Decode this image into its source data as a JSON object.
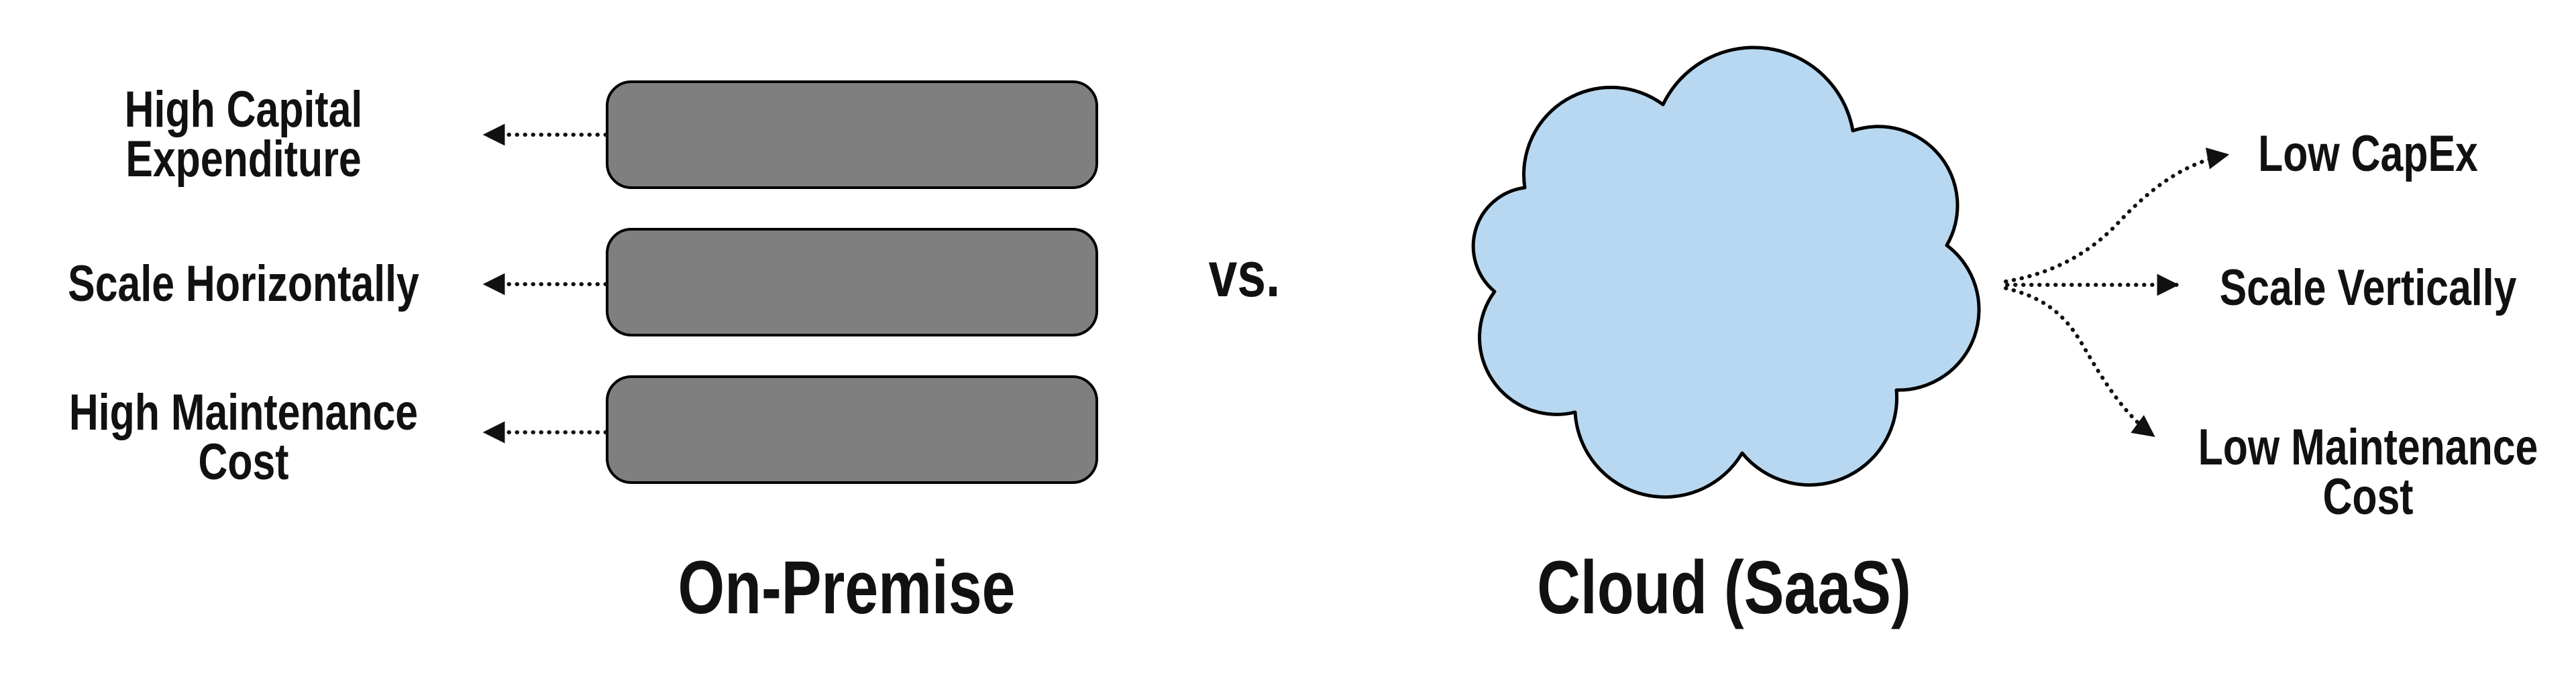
{
  "colors": {
    "background": "#ffffff",
    "box_fill": "#7f7f7f",
    "box_stroke": "#000000",
    "cloud_fill": "#b7d8f0",
    "cloud_stroke": "#000000",
    "arrow": "#111111",
    "text": "#111111"
  },
  "vs_label": "vs.",
  "left": {
    "title": "On-Premise",
    "labels": [
      {
        "line1": "High Capital",
        "line2": "Expenditure"
      },
      {
        "line1": "Scale Horizontally",
        "line2": ""
      },
      {
        "line1": "High Maintenance",
        "line2": "Cost"
      }
    ]
  },
  "right": {
    "title": "Cloud (SaaS)",
    "labels": [
      {
        "line1": "Low CapEx",
        "line2": ""
      },
      {
        "line1": "Scale Vertically",
        "line2": ""
      },
      {
        "line1": "Low Maintenance",
        "line2": "Cost"
      }
    ]
  }
}
